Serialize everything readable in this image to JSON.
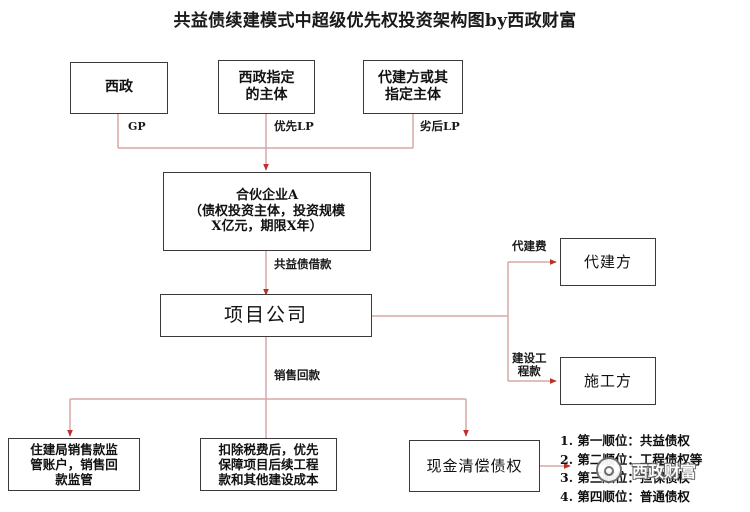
{
  "title": "共益债续建模式中超级优先权投资架构图by西政财富",
  "colors": {
    "line": "#d8a7a7",
    "arrowhead": "#c0302b",
    "box_border": "#3a3a3a",
    "text": "#111111",
    "background": "#ffffff"
  },
  "nodes": {
    "xizheng": "西政",
    "xizheng_designated": "西政指定\n的主体",
    "agent_or_designated": "代建方或其\n指定主体",
    "partnership": "合伙企业A\n（债权投资主体，投资规模\nX亿元，期限X年）",
    "project_company": "项目公司",
    "agent_party": "代建方",
    "contractor": "施工方",
    "supervision_account": "住建局销售款监\n管账户，销售回\n款监管",
    "after_tax": "扣除税费后，优先\n保障项目后续工程\n款和其他建设成本",
    "cash_repay": "现金清偿债权"
  },
  "edge_labels": {
    "gp": "GP",
    "priority_lp": "优先LP",
    "subordinate_lp": "劣后LP",
    "common_benefit_loan": "共益债借款",
    "agent_fee": "代建费",
    "construction_payment": "建设工\n程款",
    "sales_collection": "销售回款"
  },
  "priority_list": [
    "1. 第一顺位：共益债权",
    "2. 第二顺位：工程债权等",
    "3. 第三顺位：担保债权",
    "4. 第四顺位：普通债权"
  ],
  "watermark": {
    "text": "西政财富",
    "badge_icon": "circle-logo-icon"
  }
}
